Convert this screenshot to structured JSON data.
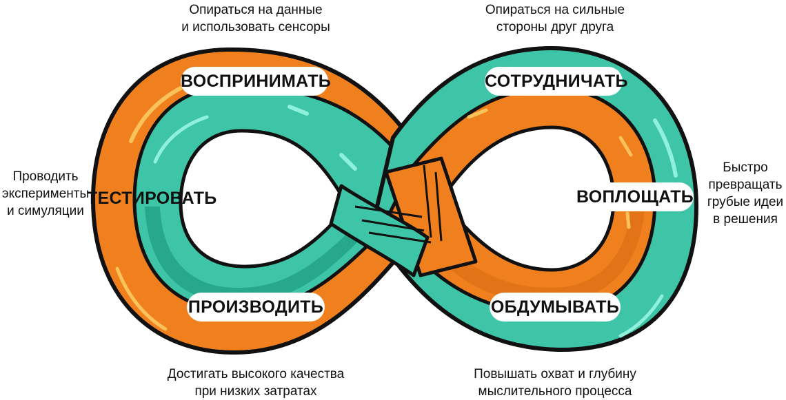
{
  "stages": {
    "perceive": "ВОСПРИНИМАТЬ",
    "collaborate": "СОТРУДНИЧАТЬ",
    "test": "ТЕСТИРОВАТЬ",
    "embody": "ВОПЛОЩАТЬ",
    "produce": "ПРОИЗВОДИТЬ",
    "think": "ОБДУМЫВАТЬ"
  },
  "captions": {
    "top_left": [
      "Опираться на данные",
      "и использовать сенсоры"
    ],
    "top_right": [
      "Опираться на сильные",
      "стороны друг друга"
    ],
    "left": [
      "Проводить",
      "эксперименты",
      "и симуляции"
    ],
    "right": [
      "Быстро",
      "превращать",
      "грубые идеи",
      "в решения"
    ],
    "bottom_left": [
      "Достигать высокого качества",
      "при низких затратах"
    ],
    "bottom_right": [
      "Повышать охват и глубину",
      "мыслительного процесса"
    ]
  },
  "colors": {
    "orange": "#f0801e",
    "orange_light": "#f7a53a",
    "teal": "#3ec4a6",
    "teal_dark": "#1f9c80",
    "teal_light": "#8ff0dc",
    "outline": "#111111"
  }
}
